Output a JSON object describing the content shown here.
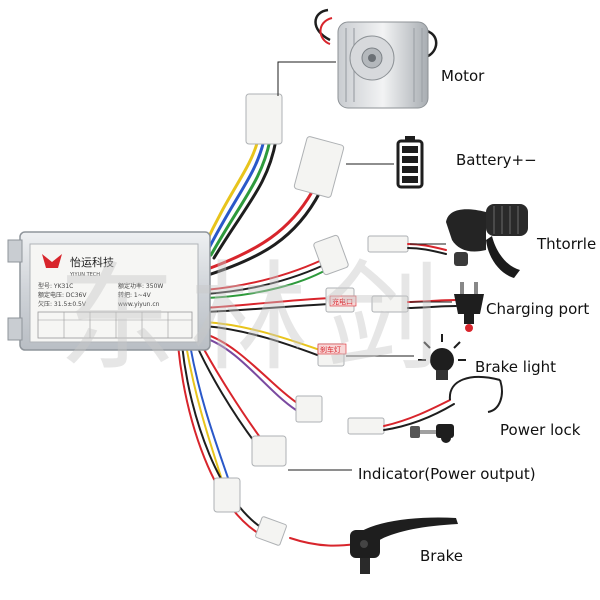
{
  "labels": {
    "motor": "Motor",
    "battery": "Battery+−",
    "throttle": "Thtorrle",
    "charging_port": "Charging port",
    "brake_light": "Brake light",
    "power_lock": "Power lock",
    "indicator": "Indicator(Power output)",
    "brake": "Brake"
  },
  "controller": {
    "brand": "怡运科技",
    "brand_sub": "YIYUN TECH",
    "model": "型号: YK31C",
    "rated_voltage": "额定电压: DC36V",
    "rated_power": "额定功率: 350W",
    "undervoltage": "欠压: 31.5±0.5V",
    "throttle_spec": "转把: 1~4V",
    "website": "www.yiyun.cn"
  },
  "connector_tags": {
    "charging": "充电口",
    "brake_light": "刹车灯"
  },
  "watermark": "东林剑",
  "colors": {
    "red": "#d8252c",
    "black": "#1e1e1e",
    "yellow": "#e8c41c",
    "blue": "#2a58c9",
    "green": "#2e9a3c",
    "gray": "#9a9a9a",
    "purple": "#7a4aa0"
  }
}
